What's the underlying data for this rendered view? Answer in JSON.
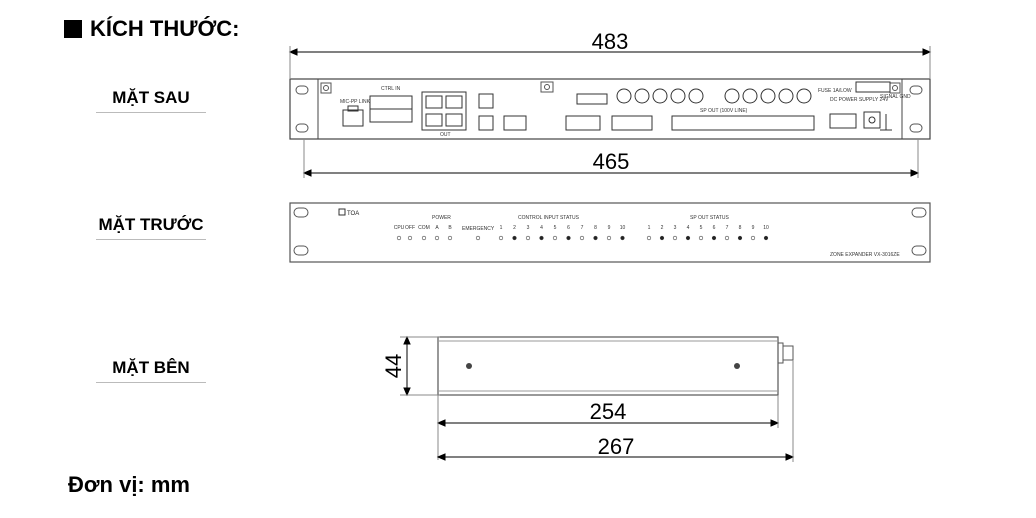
{
  "title": "KÍCH THƯỚC:",
  "unit_label": "Đơn vị: mm",
  "views": {
    "rear": "MẶT SAU",
    "front": "MẶT TRƯỚC",
    "side": "MẶT BÊN"
  },
  "dimensions": {
    "overall_width": "483",
    "body_width": "465",
    "height": "44",
    "depth": "254",
    "total_depth": "267"
  },
  "rear_panel_labels": {
    "ctrl_in": "CTRL IN",
    "mic_port": "MIC-PP LINK",
    "out": "OUT",
    "fuse": "FUSE 1A/LOW",
    "power": "DC POWER SUPPLY 24V",
    "signal_gnd": "SIGNAL GND",
    "sp_out": "SP OUT (100V LINE)"
  },
  "front_panel": {
    "brand": "TOA",
    "leds_left": [
      "CPU",
      "OFF",
      "COM",
      "A",
      "B"
    ],
    "power_label": "POWER",
    "emergency_label": "EMERGENCY",
    "control_input_label": "CONTROL INPUT STATUS",
    "control_numbers": [
      "1",
      "2",
      "3",
      "4",
      "5",
      "6",
      "7",
      "8",
      "9",
      "10"
    ],
    "sp_out_label": "SP OUT STATUS",
    "sp_numbers": [
      "1",
      "2",
      "3",
      "4",
      "5",
      "6",
      "7",
      "8",
      "9",
      "10"
    ],
    "model": "ZONE EXPANDER VX-3016ZE"
  }
}
